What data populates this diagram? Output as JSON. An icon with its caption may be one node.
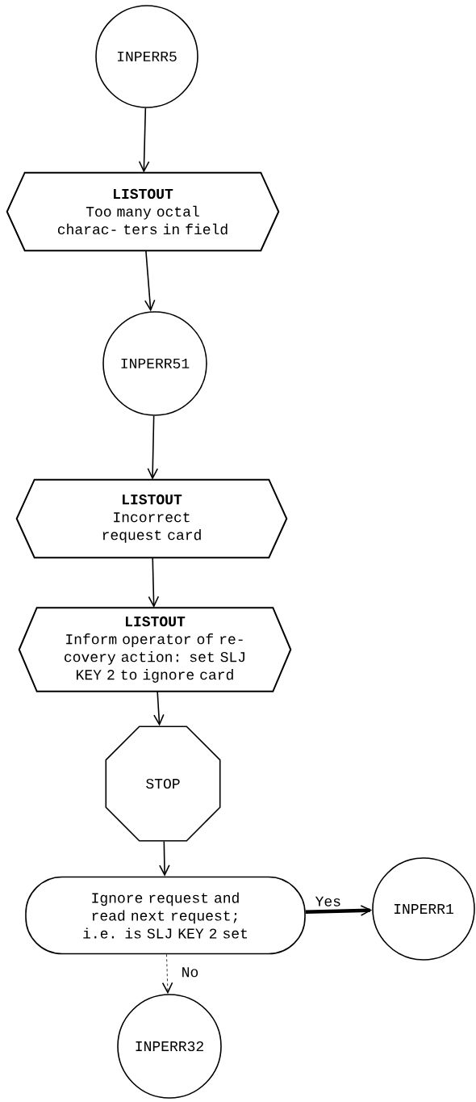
{
  "diagram": {
    "nodes": [
      {
        "text": [
          "INPERR5"
        ]
      },
      {
        "text": [
          "LISTOUT",
          "Too many octal charac- ters in field"
        ]
      },
      {
        "text": [
          "INPERR51"
        ]
      },
      {
        "text": [
          "LISTOUT",
          "Incorrect request card"
        ]
      },
      {
        "text": [
          "LISTOUT",
          "Inform operator of re- covery action: set SLJ KEY 2 to ignore card"
        ]
      },
      {
        "text": [
          "STOP"
        ]
      },
      {
        "text": [
          "Ignore request and read next request; i.e. is SLJ KEY 2 set"
        ]
      },
      {
        "text": [
          "INPERR1"
        ]
      },
      {
        "text": [
          "INPERR32"
        ]
      }
    ],
    "edges": [
      {
        "from": 0,
        "to": 1,
        "arrow": "to"
      },
      {
        "from": 1,
        "to": 2,
        "arrow": "to"
      },
      {
        "from": 2,
        "to": 3,
        "arrow": "to"
      },
      {
        "from": 3,
        "to": 4,
        "arrow": "to"
      },
      {
        "from": 4,
        "to": 5,
        "arrow": "to"
      },
      {
        "from": 5,
        "to": 6,
        "arrow": "to"
      },
      {
        "from": 6,
        "to": 7,
        "arrow": "to",
        "label": "Yes",
        "style": "thick"
      },
      {
        "from": 6,
        "to": 8,
        "arrow": "to",
        "label": "No",
        "style": "dashed"
      }
    ]
  }
}
